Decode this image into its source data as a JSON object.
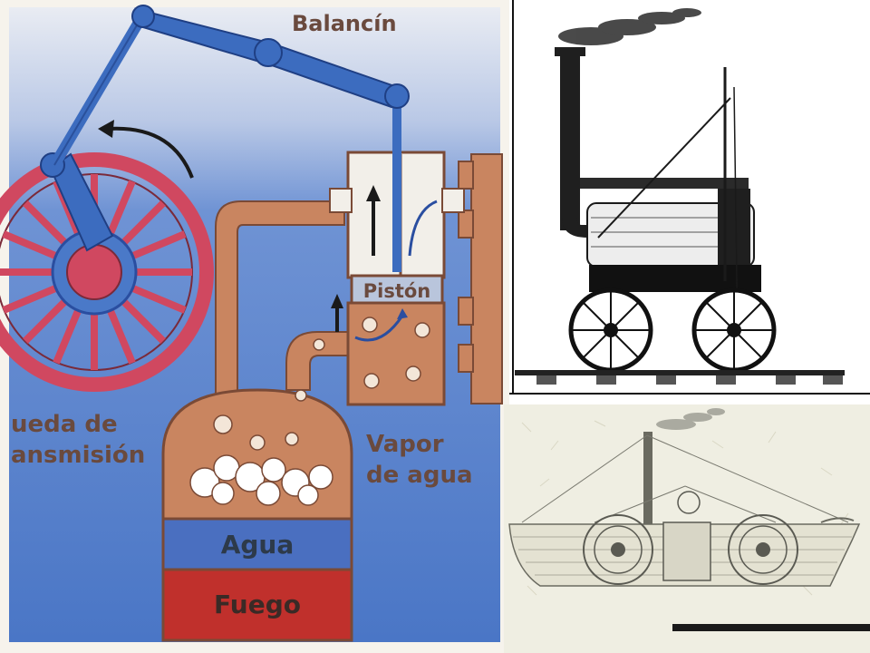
{
  "steam_engine_diagram": {
    "labels": {
      "rocker": "Balancín",
      "piston": "Pistón",
      "wheel_line1": "ueda de",
      "wheel_line2": "ansmisión",
      "steam_line1": "Vapor",
      "steam_line2": "de agua",
      "water": "Agua",
      "fire": "Fuego"
    },
    "colors": {
      "background_blue": "#4a79c8",
      "wheel_red": "#d04860",
      "boiler_brown": "#c98560",
      "water_blue": "#4a6fc0",
      "fire_red": "#c0302c",
      "rocker_blue": "#3c6cbf"
    }
  },
  "locomotive_illustration": {},
  "paddle_steamer_illustration": {}
}
